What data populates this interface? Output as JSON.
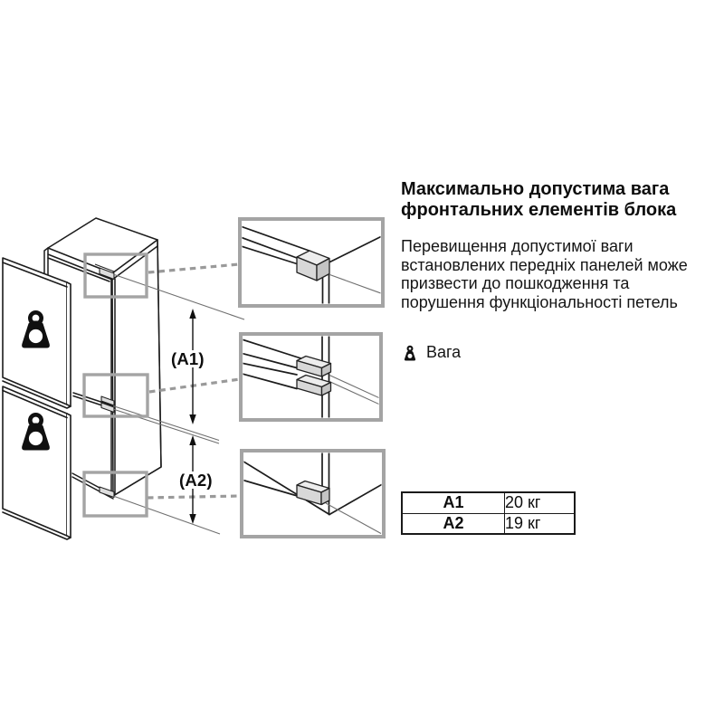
{
  "heading": {
    "line1": "Максимально допустима вага",
    "line2": "фронтальних елементів блока"
  },
  "body_text": {
    "lines": [
      "Перевищення допустимої ваги",
      "встановлених передніх панелей може",
      "призвести до пошкодження та",
      "порушення функціональності петель"
    ]
  },
  "legend": {
    "icon": "weight-icon",
    "label": "Вага"
  },
  "dimensions": {
    "a1_label": "(A1)",
    "a2_label": "(A2)"
  },
  "table": {
    "rows": [
      {
        "key": "A1",
        "value": "20 кг"
      },
      {
        "key": "A2",
        "value": "19 кг"
      }
    ]
  },
  "colors": {
    "line": "#1c1c1c",
    "callout_border": "#a4a4a4",
    "highlight_border": "#a4a4a4",
    "dotted_leader": "#9a9a9a",
    "thin_leader": "#6f6f6f",
    "hinge_fill_top": "#ededed",
    "hinge_fill_front": "#d8d8d8",
    "hinge_fill_side": "#c4c4c4",
    "background": "#ffffff"
  }
}
